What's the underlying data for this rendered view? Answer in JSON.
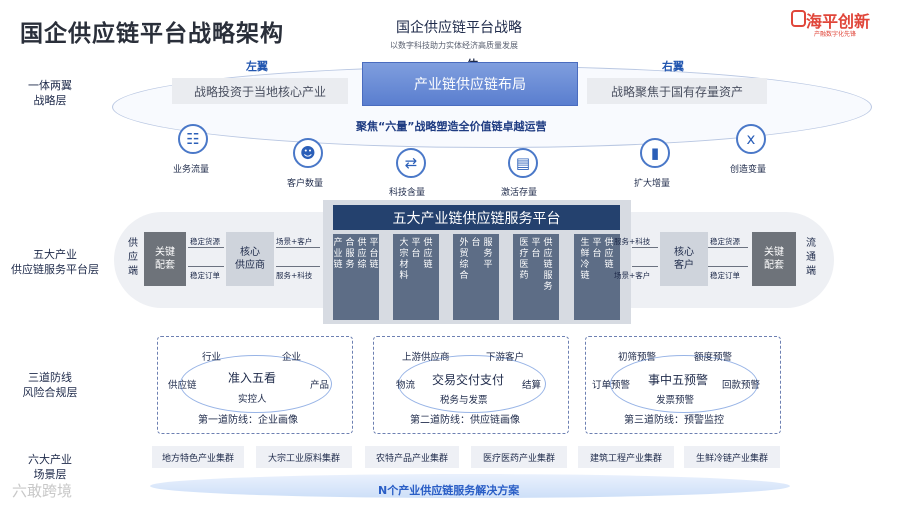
{
  "title": "国企供应链平台战略架构",
  "logo": {
    "name": "海平创新",
    "slogan": "产融数字化先锋"
  },
  "strategy": {
    "title": "国企供应链平台战略",
    "subtitle": "以数字科技助力实体经济高质量发展",
    "center_label": "一体",
    "center_box": "产业链供应链布局",
    "left_wing": {
      "label": "左翼",
      "box": "战略投资于当地核心产业"
    },
    "right_wing": {
      "label": "右翼",
      "box": "战略聚焦于国有存量资产"
    },
    "focus": "聚焦“六量”战略塑造全价值链卓越运营",
    "metrics": [
      {
        "label": "业务流量",
        "icon": "search-document-icon"
      },
      {
        "label": "客户数量",
        "icon": "customer-icon"
      },
      {
        "label": "科技含量",
        "icon": "tech-icon"
      },
      {
        "label": "激活存量",
        "icon": "document-icon"
      },
      {
        "label": "扩大增量",
        "icon": "bar-chart-icon"
      },
      {
        "label": "创造变量",
        "icon": "variable-icon"
      }
    ]
  },
  "layers": {
    "strategy": "一体两翼\n战略层",
    "platform": "五大产业\n供应链服务平台层",
    "risk": "三道防线\n风险合规层",
    "scene": "六大产业\n场景层"
  },
  "platform": {
    "title": "五大产业链供应链服务平台",
    "left_end": "供应端",
    "right_end": "流通端",
    "key_left": "关键\n配套",
    "key_right": "关键\n配套",
    "core_supplier": "核心\n供应商",
    "core_customer": "核心\n客户",
    "left_arrows": {
      "top": "稳定货源",
      "bottom": "稳定订单"
    },
    "right_arrows": {
      "top": "稳定货源",
      "bottom": "稳定订单"
    },
    "mid_left": {
      "top": "场景+客户",
      "bottom": "服务+科技"
    },
    "mid_right": {
      "top": "服务+科技",
      "bottom": "场景+客户"
    },
    "services": [
      {
        "cols": [
          "产业链",
          "合服务",
          "供应综",
          "平台链"
        ],
        "text": "产业链供应链综合服务平台"
      },
      {
        "cols": [
          "大宗材料",
          "平台",
          "供应链"
        ],
        "text": "大宗材料供应链平台"
      },
      {
        "cols": [
          "外贸综合",
          "台",
          "服务平"
        ],
        "text": "外贸综合服务平台"
      },
      {
        "cols": [
          "医疗医药",
          "平台",
          "供应链服务"
        ],
        "text": "医疗医药供应链服务平台"
      },
      {
        "cols": [
          "生鲜冷链",
          "平台",
          "供应链"
        ],
        "text": "生鲜冷链供应链平台"
      }
    ]
  },
  "defense": [
    {
      "center": "准入五看",
      "nodes": [
        "行业",
        "企业",
        "供应链",
        "产品",
        "实控人"
      ],
      "footer": "第一道防线：企业画像"
    },
    {
      "center": "交易交付支付",
      "nodes": [
        "上游供应商",
        "下游客户",
        "物流",
        "结算",
        "税务与发票"
      ],
      "footer": "第二道防线：供应链画像"
    },
    {
      "center": "事中五预警",
      "nodes": [
        "初筛预警",
        "额度预警",
        "订单预警",
        "回款预警",
        "发票预警"
      ],
      "footer": "第三道防线：预警监控"
    }
  ],
  "scenes": [
    "地方特色产业集群",
    "大宗工业原料集群",
    "农特产品产业集群",
    "医疗医药产业集群",
    "建筑工程产业集群",
    "生鲜冷链产业集群"
  ],
  "solutions": "N个产业供应链服务解决方案",
  "watermark": "六敢跨境",
  "colors": {
    "accent": "#2256b0",
    "dark_navy": "#24416e",
    "service_gray": "#5d6d86",
    "logo_red": "#e0463a"
  }
}
